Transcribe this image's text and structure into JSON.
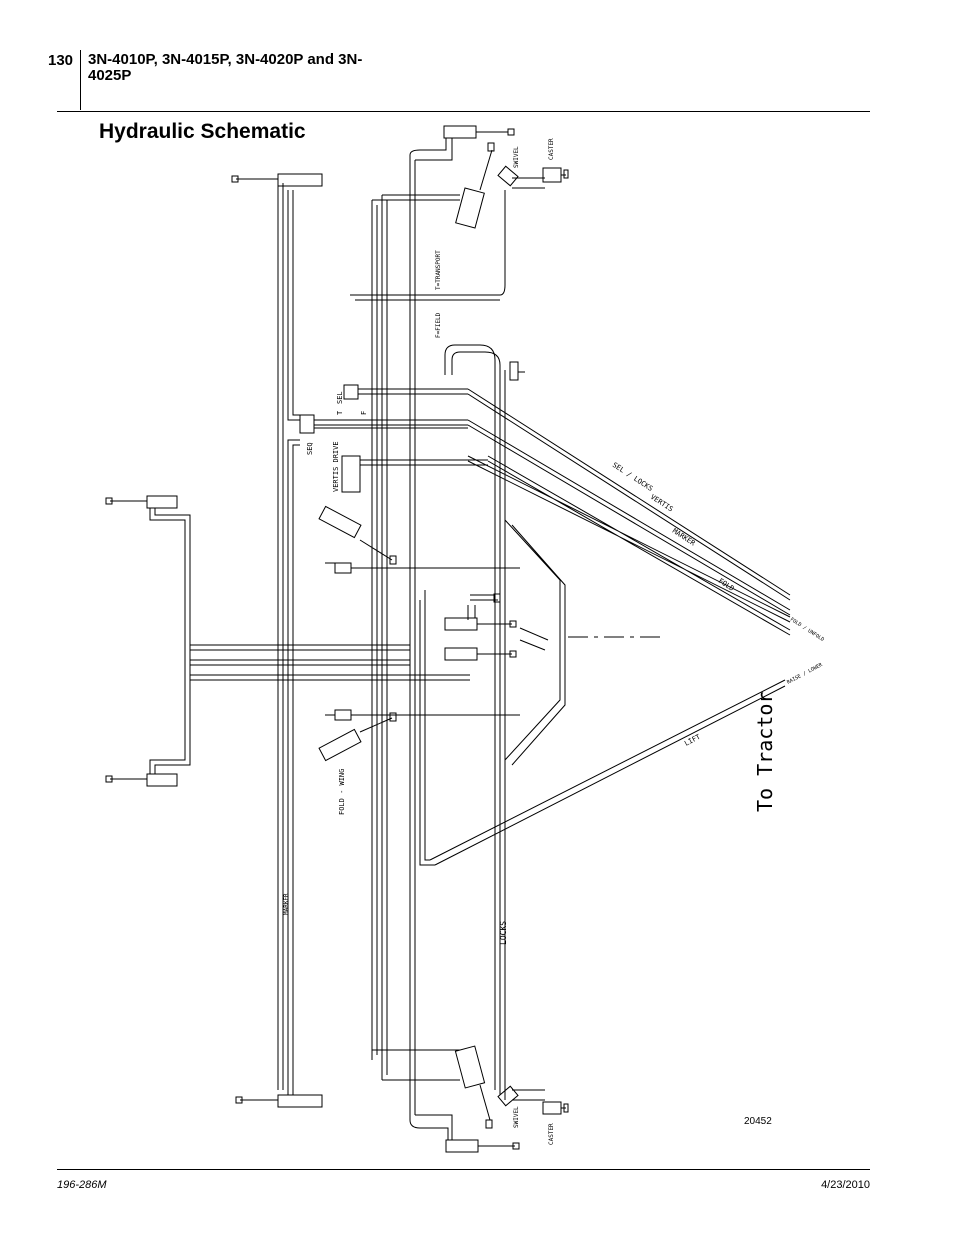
{
  "header": {
    "page_number": "130",
    "title": "3N-4010P, 3N-4015P, 3N-4020P and 3N-4025P"
  },
  "section_title": "Hydraulic Schematic",
  "schematic": {
    "labels": {
      "to_tractor": "To Tractor",
      "swivel": "SWIVEL",
      "caster": "CASTER",
      "t_transport": "T=TRANSPORT",
      "f_field": "F=FIELD",
      "sel": "SEL",
      "t": "T",
      "f": "F",
      "seq": "SEQ",
      "vertis_drive": "VERTIS DRIVE",
      "sel_locks": "SEL / LOCKS",
      "vertis": "VERTIS",
      "marker_hose": "MARKER",
      "fold": "FOLD",
      "fold_unfold": "FOLD / UNFOLD",
      "raise_lower": "RAISE / LOWER",
      "lift": "LIFT",
      "fold_wing": "FOLD - WING",
      "marker": "MARKER",
      "locks": "LOCKS"
    },
    "figure_number": "20452"
  },
  "footer": {
    "doc_number": "196-286M",
    "date": "4/23/2010"
  }
}
